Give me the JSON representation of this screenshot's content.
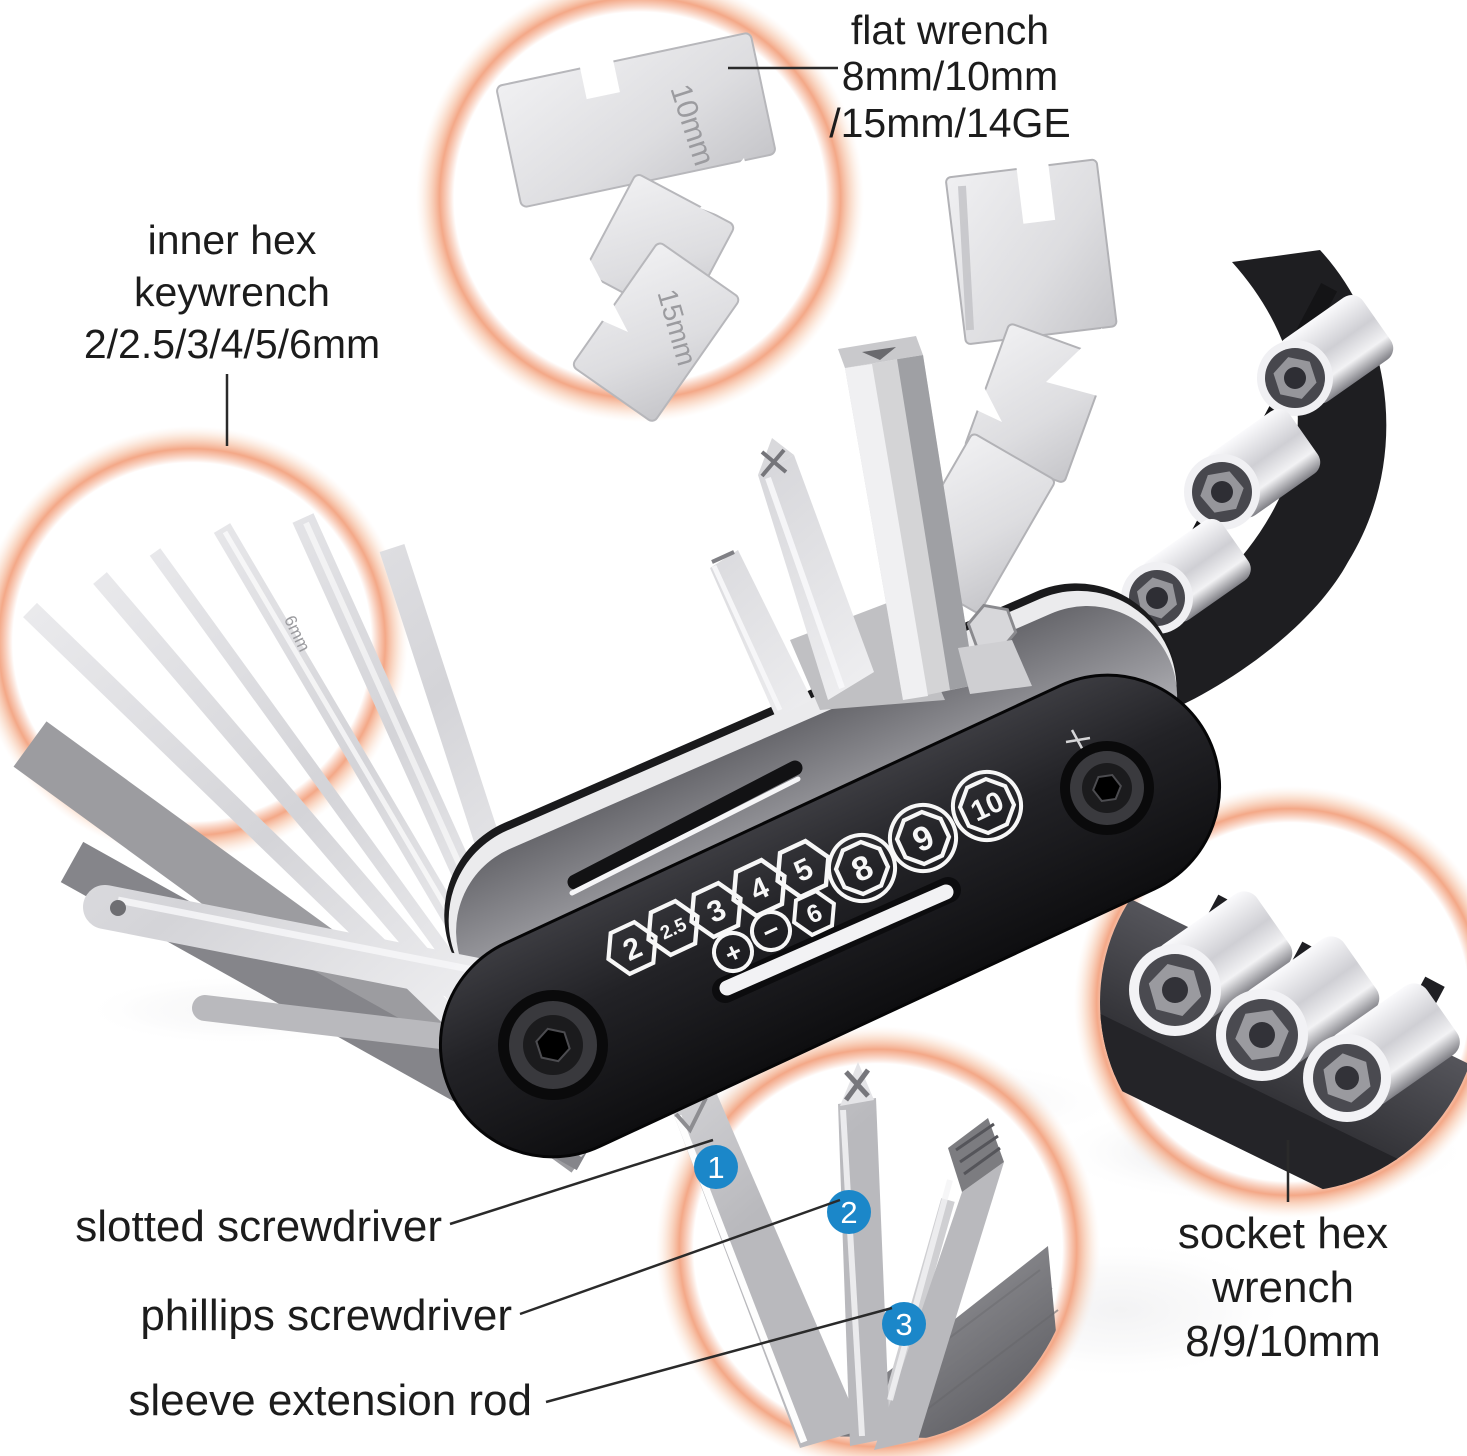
{
  "canvas": {
    "width": "1467",
    "height": "1456",
    "bg": "#ffffff"
  },
  "styles": {
    "ring_glow": "#f29c77",
    "marker_blue": "#1b87c9",
    "label_color": "#1c1c1c",
    "line_color": "#2a2a2a",
    "body_black": "#1b1b1e",
    "plate_gray": "#97979c",
    "chrome": "#e9e9ec"
  },
  "callouts": {
    "flat_wrench": {
      "lines": [
        "flat wrench",
        "8mm/10mm",
        "/15mm/14GE"
      ]
    },
    "inner_hex": {
      "lines": [
        "inner hex",
        "keywrench",
        "2/2.5/3/4/5/6mm"
      ]
    },
    "slotted": {
      "label": "slotted screwdriver"
    },
    "phillips": {
      "label": "phillips screwdriver"
    },
    "sleeve": {
      "label": "sleeve extension rod"
    },
    "socket_hex": {
      "lines": [
        "socket hex",
        "wrench",
        "8/9/10mm"
      ]
    }
  },
  "markers": {
    "m1": "1",
    "m2": "2",
    "m3": "3"
  },
  "tool_markings": {
    "hex": [
      "2",
      "2.5",
      "3",
      "4",
      "5"
    ],
    "hex_small": "6",
    "rings": [
      "8",
      "9",
      "10"
    ],
    "plus": "+",
    "minus": "−"
  },
  "engravings": {
    "wrench_top": "10mm",
    "wrench_tail": "15mm",
    "hex_key": "6mm"
  }
}
